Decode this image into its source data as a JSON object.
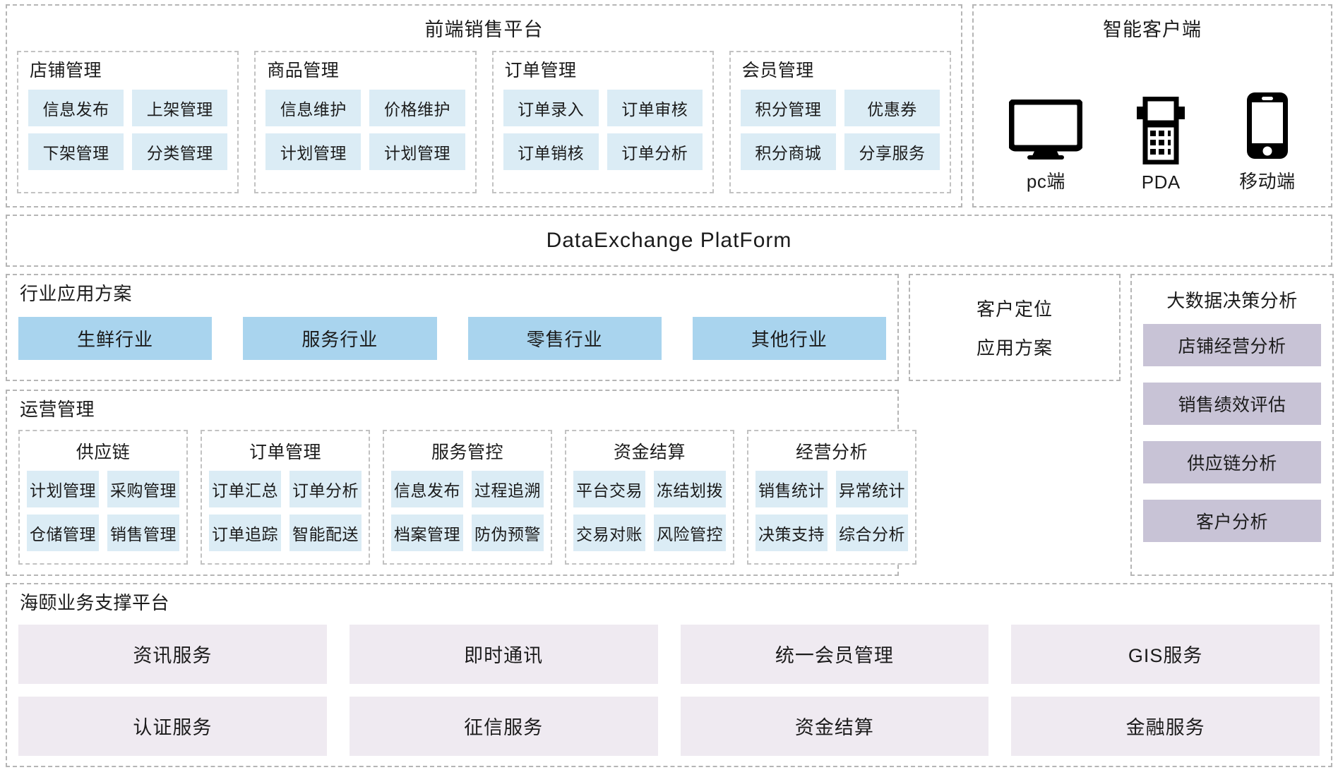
{
  "front_platform": {
    "title": "前端销售平台",
    "groups": [
      {
        "title": "店铺管理",
        "items": [
          "信息发布",
          "上架管理",
          "下架管理",
          "分类管理"
        ]
      },
      {
        "title": "商品管理",
        "items": [
          "信息维护",
          "价格维护",
          "计划管理",
          "计划管理"
        ]
      },
      {
        "title": "订单管理",
        "items": [
          "订单录入",
          "订单审核",
          "订单销核",
          "订单分析"
        ]
      },
      {
        "title": "会员管理",
        "items": [
          "积分管理",
          "优惠券",
          "积分商城",
          "分享服务"
        ]
      }
    ]
  },
  "smart_client": {
    "title": "智能客户端",
    "devices": [
      {
        "icon": "monitor-icon",
        "label": "pc端"
      },
      {
        "icon": "pda-icon",
        "label": "PDA"
      },
      {
        "icon": "mobile-icon",
        "label": "移动端"
      }
    ]
  },
  "data_exchange": {
    "title": "DataExchange PlatForm"
  },
  "industry": {
    "title": "行业应用方案",
    "items": [
      "生鲜行业",
      "服务行业",
      "零售行业",
      "其他行业"
    ]
  },
  "customer_positioning": {
    "line1": "客户定位",
    "line2": "应用方案"
  },
  "operations": {
    "title": "运营管理",
    "groups": [
      {
        "title": "供应链",
        "items": [
          "计划管理",
          "采购管理",
          "仓储管理",
          "销售管理"
        ]
      },
      {
        "title": "订单管理",
        "items": [
          "订单汇总",
          "订单分析",
          "订单追踪",
          "智能配送"
        ]
      },
      {
        "title": "服务管控",
        "items": [
          "信息发布",
          "过程追溯",
          "档案管理",
          "防伪预警"
        ]
      },
      {
        "title": "资金结算",
        "items": [
          "平台交易",
          "冻结划拨",
          "交易对账",
          "风险管控"
        ]
      },
      {
        "title": "经营分析",
        "items": [
          "销售统计",
          "异常统计",
          "决策支持",
          "综合分析"
        ]
      }
    ]
  },
  "big_data": {
    "title": "大数据决策分析",
    "items": [
      "店铺经营分析",
      "销售绩效评估",
      "供应链分析",
      "客户分析"
    ]
  },
  "support_platform": {
    "title": "海颐业务支撑平台",
    "items": [
      "资讯服务",
      "即时通讯",
      "统一会员管理",
      "GIS服务",
      "认证服务",
      "征信服务",
      "资金结算",
      "金融服务"
    ]
  },
  "colors": {
    "tile_blue": "#dbecf5",
    "industry_blue": "#a9d4ee",
    "tile_purple": "#c8c3d6",
    "tile_lilac": "#efeaf1",
    "border_dashed": "#b5b5b5"
  }
}
